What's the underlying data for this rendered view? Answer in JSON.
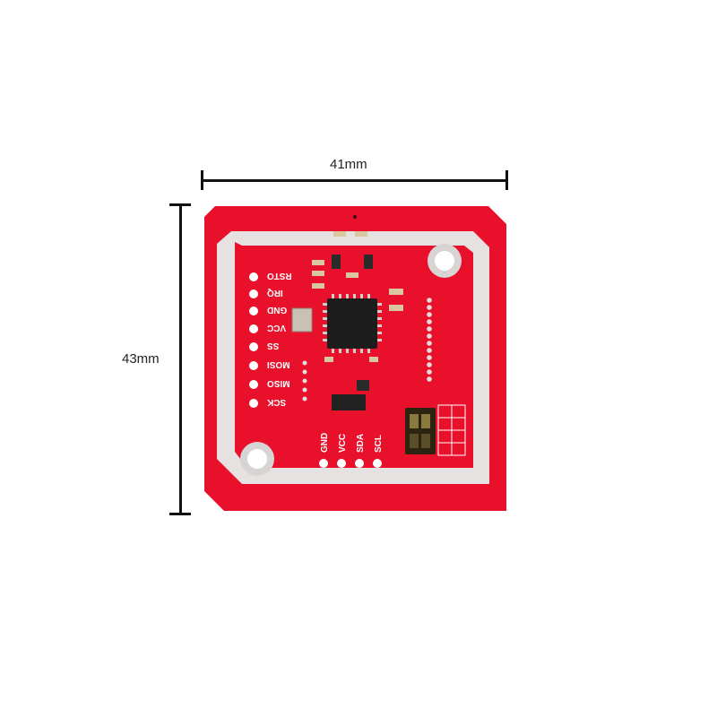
{
  "dimensions": {
    "width": "41mm",
    "height": "43mm"
  },
  "board": {
    "left_pins": [
      "RSTO",
      "IRQ",
      "GND",
      "VCC",
      "SS",
      "MOSI",
      "MISO",
      "SCK"
    ],
    "bottom_pins": [
      "GND",
      "VCC",
      "SDA",
      "SCL"
    ],
    "colors": {
      "pcb": "#e8102a",
      "antenna": "#e6e2e2",
      "chip": "#1c1c1c",
      "switch": "#2a2410"
    }
  }
}
